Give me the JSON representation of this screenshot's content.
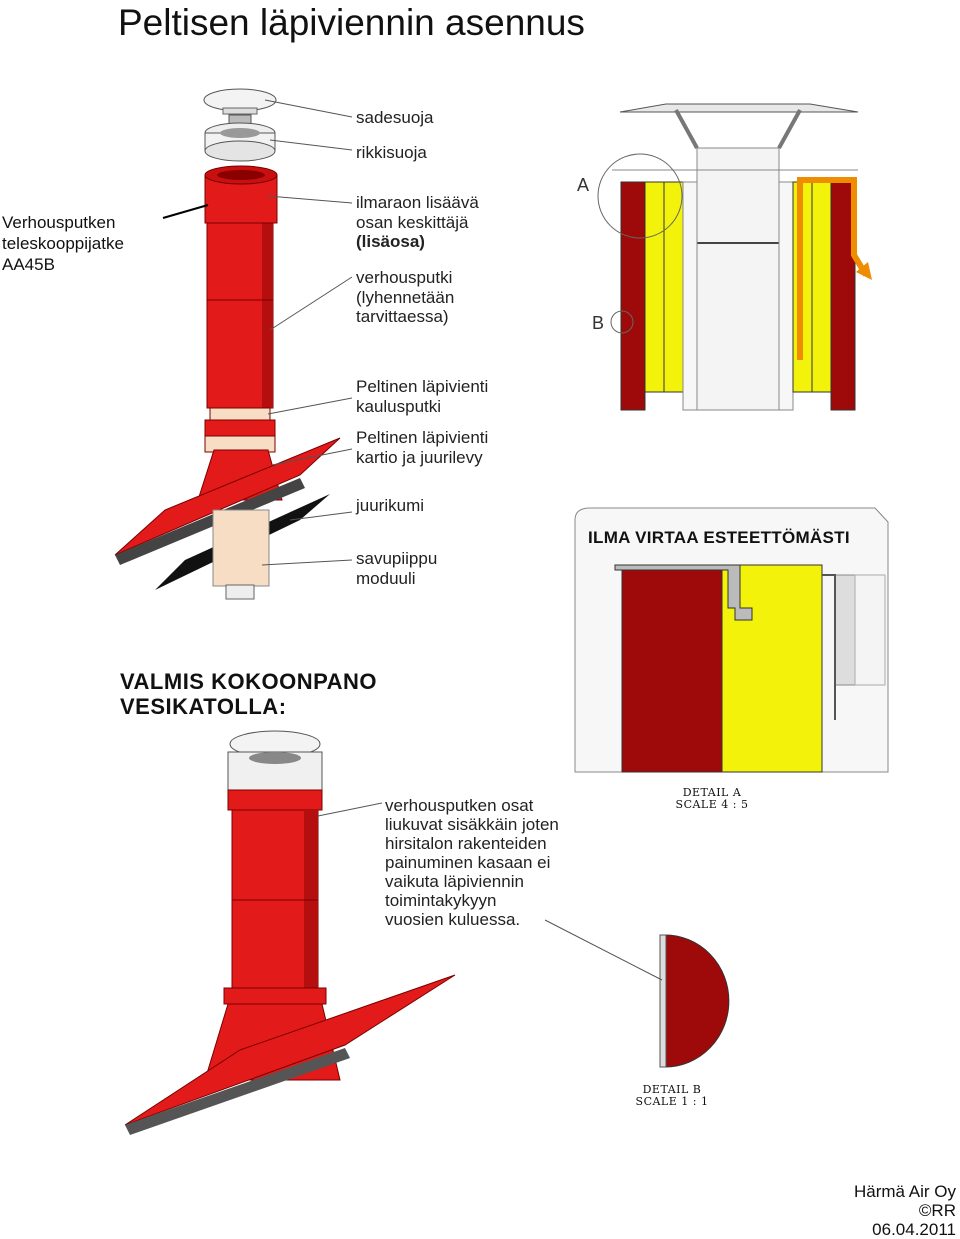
{
  "title": "Peltisen läpiviennin asennus",
  "side_label": [
    "Verhousputken",
    "teleskooppijatke",
    "AA45B"
  ],
  "labels": {
    "sadesuoja": "sadesuoja",
    "rikkisuoja": "rikkisuoja",
    "ilmaraon": [
      "ilmaraon lisäävä",
      "osan keskittäjä",
      "(lisäosa)"
    ],
    "verhousputki": [
      "verhousputki",
      "(lyhennetään",
      "tarvittaessa)"
    ],
    "kaulus": [
      "Peltinen läpivienti",
      "kaulusputki"
    ],
    "kartio": [
      "Peltinen läpivienti",
      "kartio ja juurilevy"
    ],
    "juurikumi": "juurikumi",
    "savupiippu": [
      "savupiippu",
      "moduuli"
    ]
  },
  "letters": {
    "a": "A",
    "b": "B"
  },
  "ilma_text": "ILMA VIRTAA ESTEETTÖMÄSTI",
  "detail_a": [
    "DETAIL A",
    "SCALE 4 : 5"
  ],
  "detail_b": [
    "DETAIL B",
    "SCALE 1 : 1"
  ],
  "heading": [
    "VALMIS KOKOONPANO",
    "VESIKATOLLA:"
  ],
  "note": [
    "verhousputken osat",
    "liukuvat sisäkkäin joten",
    "hirsitalon rakenteiden",
    "painuminen kasaan ei",
    "vaikuta läpiviennin",
    "toimintakykyyn",
    "vuosien kuluessa."
  ],
  "footer": [
    "Härmä Air Oy",
    "©RR",
    "06.04.2011"
  ],
  "colors": {
    "red": "#e31a1a",
    "dark_red": "#9e0a0a",
    "yellow": "#f2f20a",
    "beige": "#f6ddc4",
    "grey": "#cfcfcf",
    "orange": "#f08c00"
  }
}
